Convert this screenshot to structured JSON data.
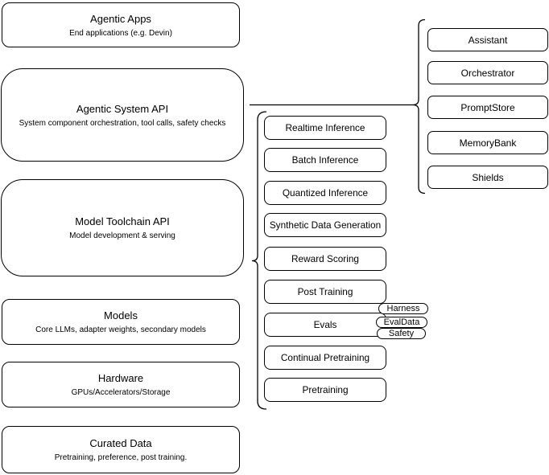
{
  "diagram": {
    "background": "#ffffff",
    "stroke_color": "#000000",
    "fill_color": "#ffffff"
  },
  "left_stack": {
    "boxes": [
      {
        "title": "Agentic Apps",
        "subtitle": "End applications (e.g. Devin)"
      },
      {
        "title": "Agentic System API",
        "subtitle": "System component orchestration, tool calls, safety checks"
      },
      {
        "title": "Model Toolchain API",
        "subtitle": "Model development & serving"
      },
      {
        "title": "Models",
        "subtitle": "Core LLMs, adapter weights, secondary models"
      },
      {
        "title": "Hardware",
        "subtitle": "GPUs/Accelerators/Storage"
      },
      {
        "title": "Curated Data",
        "subtitle": "Pretraining, preference, post training."
      }
    ]
  },
  "toolchain_services": {
    "items": [
      "Realtime Inference",
      "Batch Inference",
      "Quantized Inference",
      "Synthetic Data Generation",
      "Reward Scoring",
      "Post Training",
      "Evals",
      "Continual Pretraining",
      "Pretraining"
    ]
  },
  "evals_tags": [
    "Harness",
    "EvalData",
    "Safety"
  ],
  "system_components": {
    "items": [
      "Assistant",
      "Orchestrator",
      "PromptStore",
      "MemoryBank",
      "Shields"
    ]
  }
}
